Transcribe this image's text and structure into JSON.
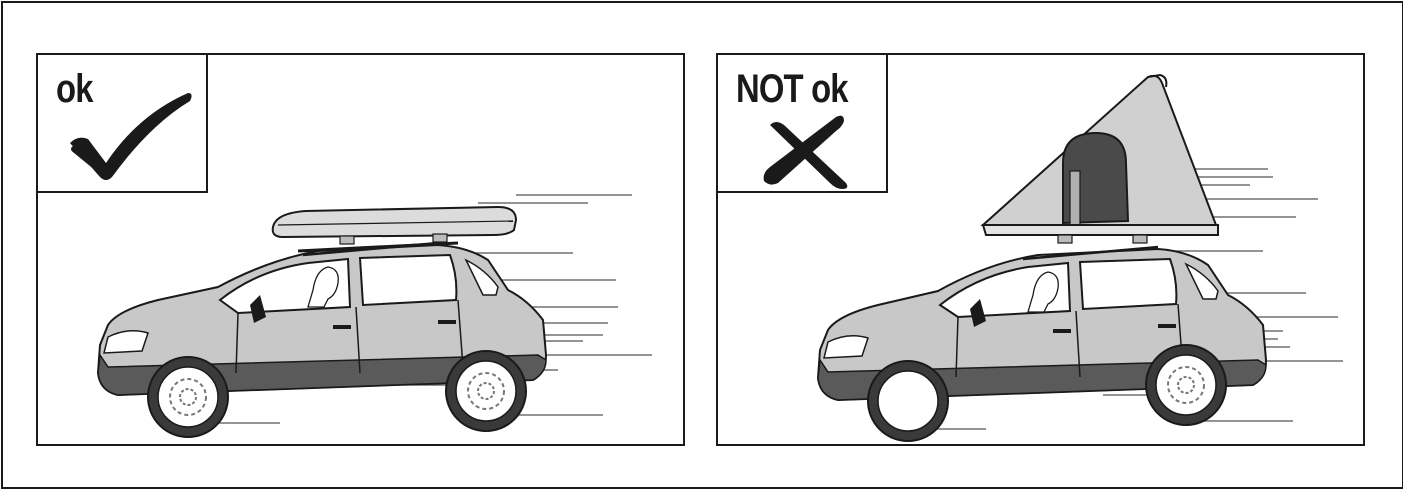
{
  "panels": [
    {
      "id": "ok",
      "label": "ok",
      "mark_icon": "check-mark-icon",
      "roof_item": "roof-box"
    },
    {
      "id": "not-ok",
      "label": "NOT ok",
      "mark_icon": "cross-mark-icon",
      "roof_item": "roof-top-tent"
    }
  ],
  "colors": {
    "outline": "#1a1a1a",
    "body_fill": "#c8c8c8",
    "lower_trim": "#5a5a5a",
    "window_fill": "#ffffff",
    "tent_fill": "#d0d0d0",
    "tent_door": "#4a4a4a",
    "speed_lines": "#555555"
  }
}
